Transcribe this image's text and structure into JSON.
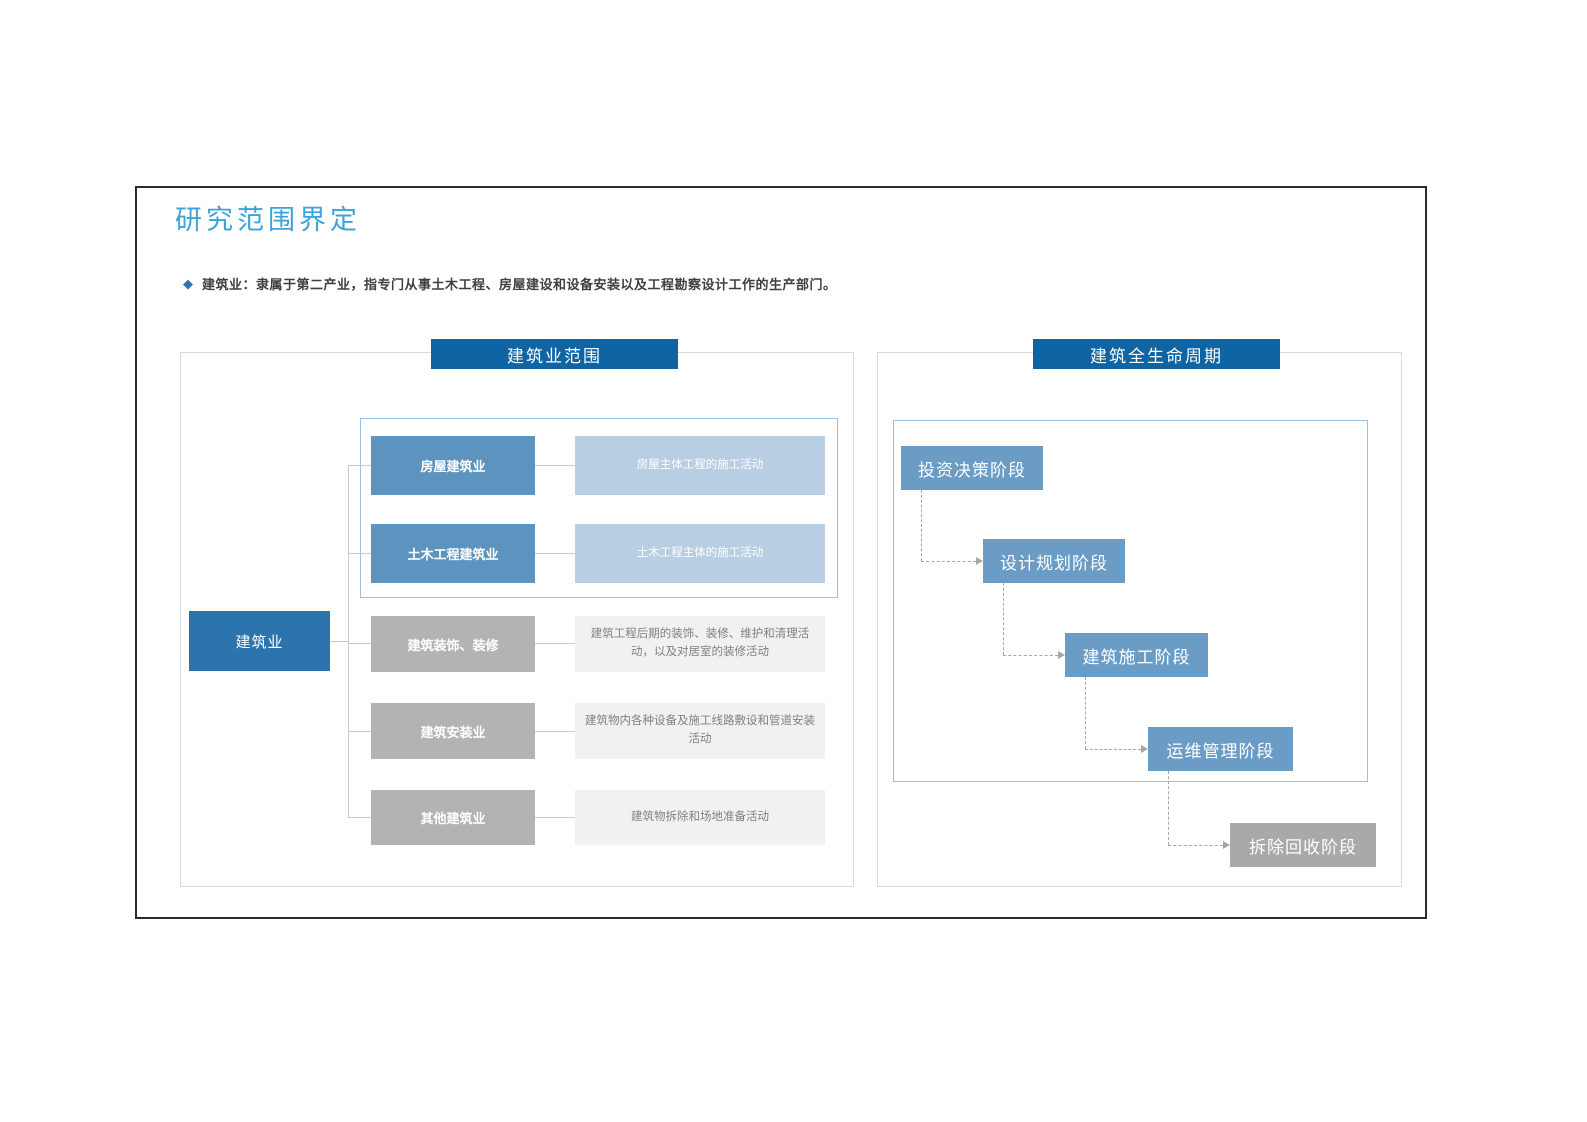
{
  "page": {
    "title": "研究范围界定",
    "bullet": {
      "marker": "◆",
      "text": "建筑业：隶属于第二产业，指专门从事土木工程、房屋建设和设备安装以及工程勘察设计工作的生产部门。"
    }
  },
  "colors": {
    "title_blue": "#3ba3d9",
    "header_bg": "#0f65a4",
    "root_node_bg": "#2c74ae",
    "blue_node_bg": "#5d94bf",
    "blue_desc_bg": "#b7cee3",
    "gray_node_bg": "#b3b3b3",
    "gray_desc_bg": "#f1f1f1",
    "gray_desc_text": "#808080",
    "stage_blue_bg": "#6b9cc6",
    "stage_gray_bg": "#a9a9a9",
    "inner_border": "#9cc2e5",
    "panel_border": "#d9d9d9",
    "connector_line": "#c9c9c9",
    "dashed_line": "#a6a6a6"
  },
  "left_panel": {
    "header": "建筑业范围",
    "root": "建筑业",
    "rows": [
      {
        "label": "房屋建筑业",
        "desc": "房屋主体工程的施工活动"
      },
      {
        "label": "土木工程建筑业",
        "desc": "土木工程主体的施工活动"
      },
      {
        "label": "建筑装饰、装修",
        "desc": "建筑工程后期的装饰、装修、维护和清理活动，以及对居室的装修活动"
      },
      {
        "label": "建筑安装业",
        "desc": "建筑物内各种设备及施工线路敷设和管道安装活动"
      },
      {
        "label": "其他建筑业",
        "desc": "建筑物拆除和场地准备活动"
      }
    ]
  },
  "right_panel": {
    "header": "建筑全生命周期",
    "stages": [
      {
        "label": "投资决策阶段"
      },
      {
        "label": "设计规划阶段"
      },
      {
        "label": "建筑施工阶段"
      },
      {
        "label": "运维管理阶段"
      },
      {
        "label": "拆除回收阶段"
      }
    ]
  }
}
